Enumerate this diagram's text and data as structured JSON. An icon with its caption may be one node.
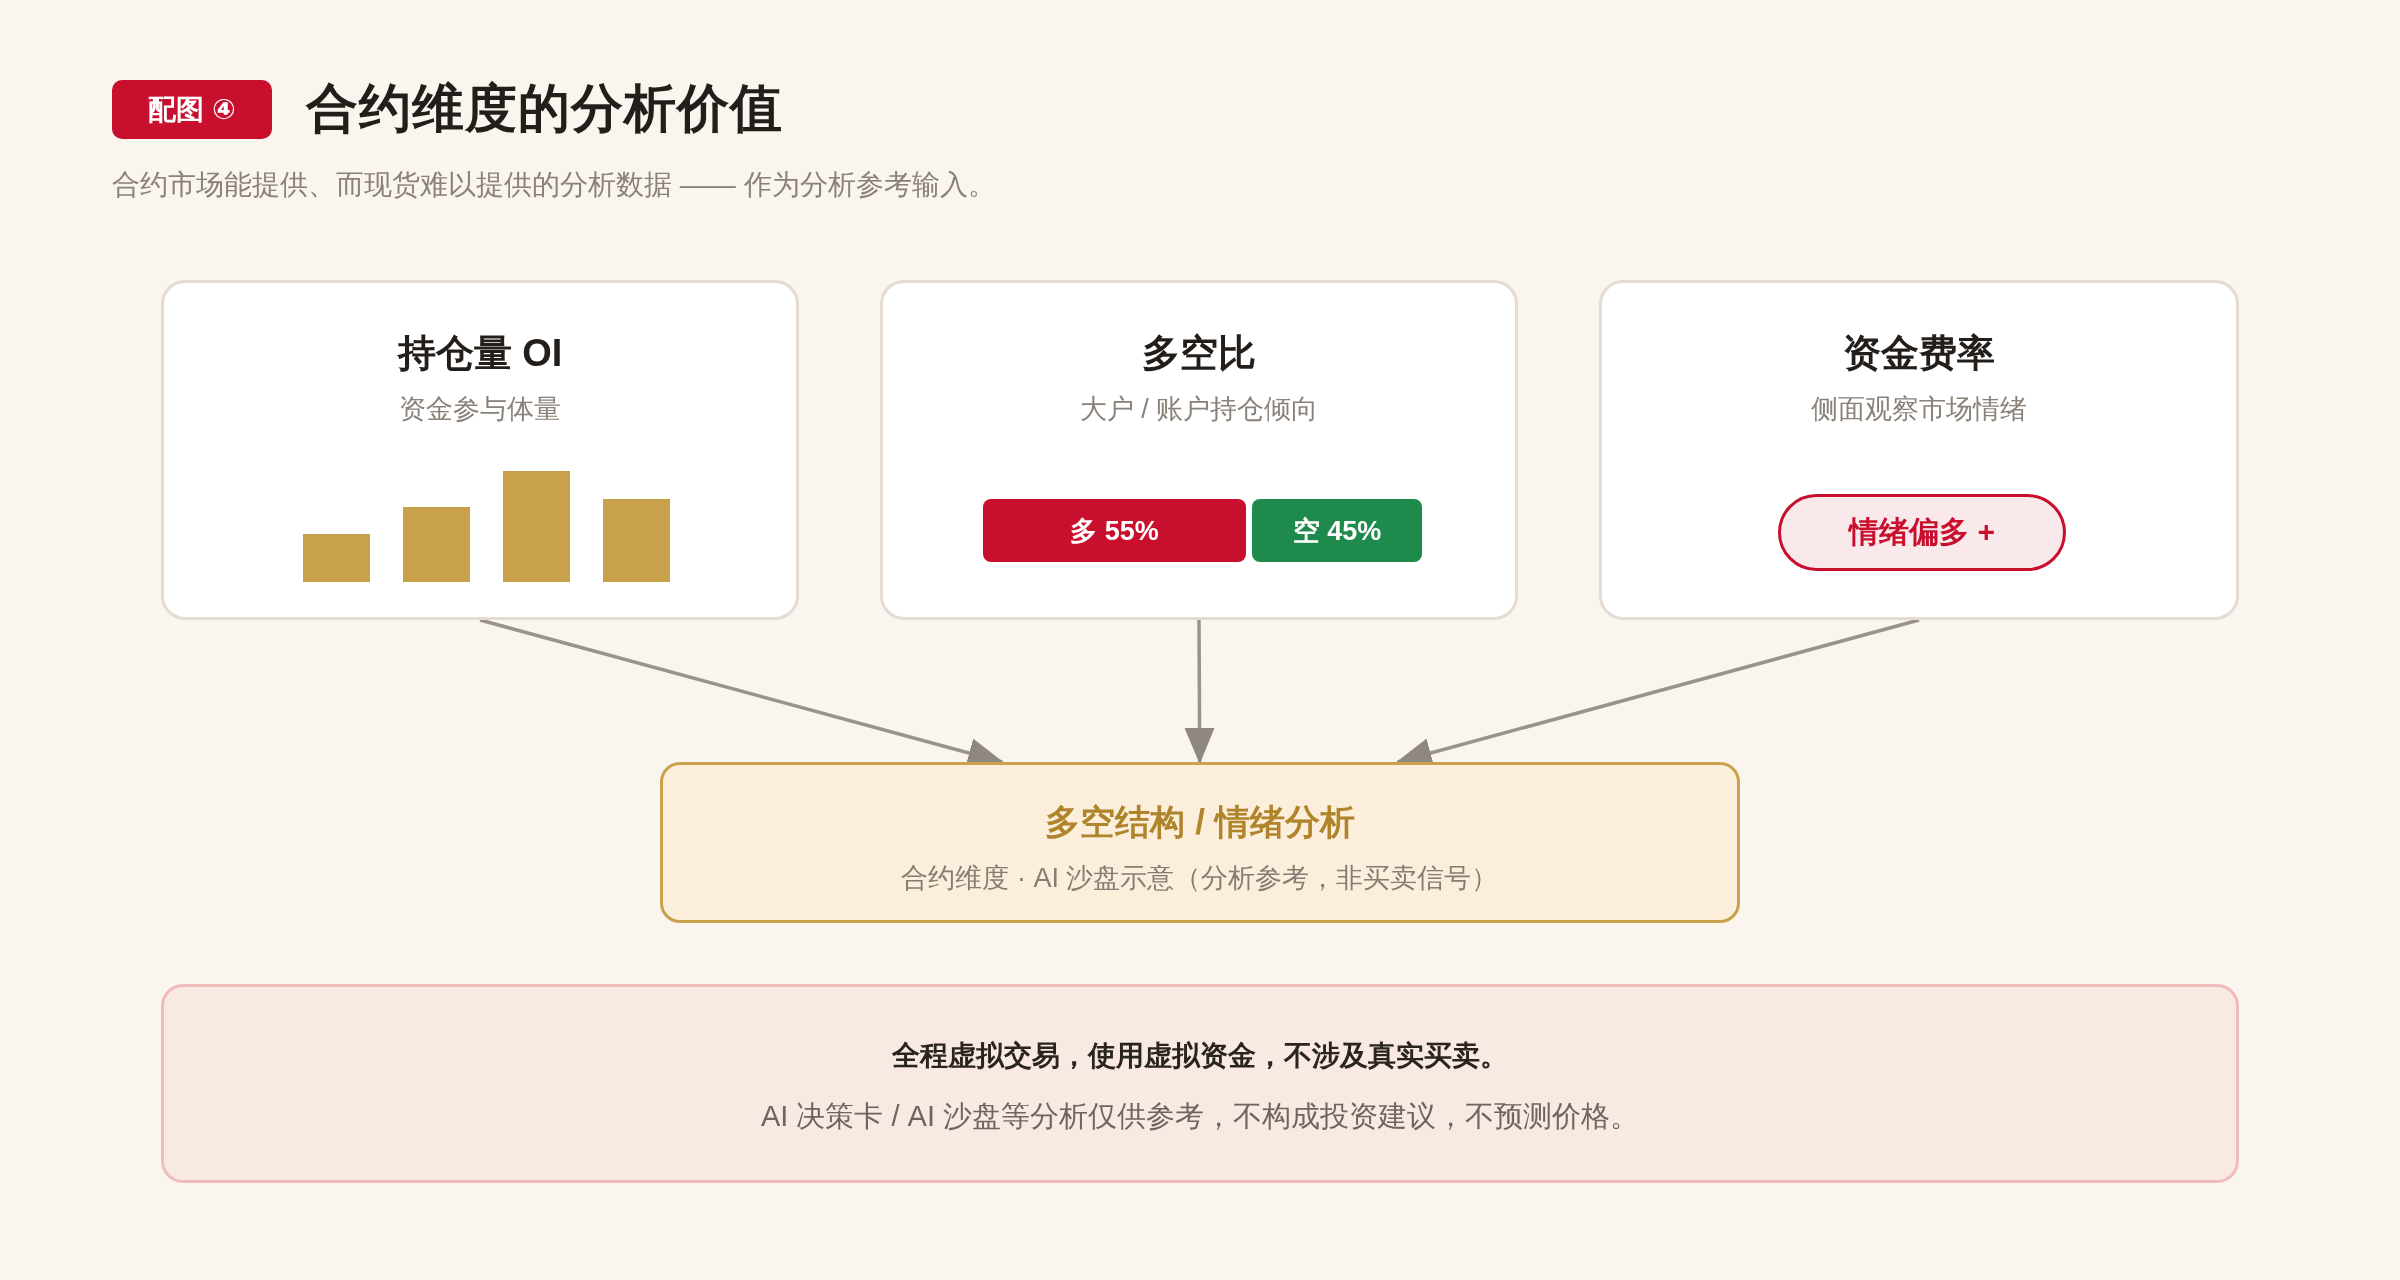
{
  "diagram": {
    "title": "合约维度的分析价值",
    "nodes": [
      {
        "text": [
          "配图 ④"
        ]
      },
      {
        "text": [
          "持仓量 OI",
          "资金参与体量"
        ]
      },
      {
        "text": [
          "多空比",
          "大户 / 账户持仓倾向"
        ]
      },
      {
        "text": [
          "多 55%"
        ],
        "in": 2
      },
      {
        "text": [
          "空 45%"
        ],
        "in": 2
      },
      {
        "text": [
          "资金费率",
          "侧面观察市场情绪"
        ]
      },
      {
        "text": [
          "情绪偏多 +"
        ],
        "in": 5
      },
      {
        "text": [
          "多空结构 / 情绪分析",
          "合约维度 · AI 沙盘示意（分析参考，非买卖信号）"
        ]
      },
      {
        "text": [
          "全程虚拟交易，使用虚拟资金，不涉及真实买卖。",
          "AI 决策卡 / AI 沙盘等分析仅供参考，不构成投资建议，不预测价格。"
        ]
      }
    ],
    "edges": [
      {
        "from": 1,
        "to": 7,
        "arrow": "to"
      },
      {
        "from": 2,
        "to": 7,
        "arrow": "to"
      },
      {
        "from": 5,
        "to": 7,
        "arrow": "to"
      }
    ],
    "labels": [
      "合约市场能提供、而现货难以提供的分析数据 —— 作为分析参考输入。"
    ]
  }
}
